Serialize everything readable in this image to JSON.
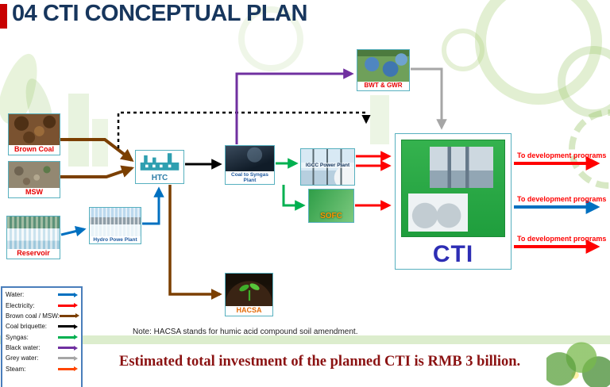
{
  "slide": {
    "title": "04 CTI CONCEPTUAL PLAN",
    "note": "Note: HACSA stands for humic acid compound soil amendment.",
    "investment_statement": "Estimated total investment of the planned CTI  is RMB 3 billion."
  },
  "nodes": {
    "brown_coal": {
      "label": "Brown Coal"
    },
    "msw": {
      "label": "MSW"
    },
    "reservoir": {
      "label": "Reservoir"
    },
    "htc": {
      "label": "HTC"
    },
    "coal_to_syngas": {
      "label": "Coal to Syngas Plant"
    },
    "igcc": {
      "label": "IGCC Power Plant"
    },
    "sofc": {
      "label": "SOFC"
    },
    "hydro": {
      "label": "Hydro Powe Plant"
    },
    "bwt_gwr": {
      "label": "BWT & GWR"
    },
    "hacsa": {
      "label": "HACSA"
    },
    "cti": {
      "label": "CTI"
    }
  },
  "outputs": {
    "label": "To development programs",
    "arrows": [
      {
        "color": "#ff0000"
      },
      {
        "color": "#0070c0"
      },
      {
        "color": "#ff0000"
      }
    ]
  },
  "legend": {
    "items": [
      {
        "label": "Water:",
        "color": "#0070C0"
      },
      {
        "label": "Electricity:",
        "color": "#FF0000"
      },
      {
        "label": "Brown coal / MSW:",
        "color": "#7B3F00"
      },
      {
        "label": "Coal briquette:",
        "color": "#000000"
      },
      {
        "label": "Syngas:",
        "color": "#00B050"
      },
      {
        "label": "Black water:",
        "color": "#7030A0"
      },
      {
        "label": "Grey water:",
        "color": "#A6A6A6"
      },
      {
        "label": "Steam:",
        "color": "#FF4500"
      }
    ]
  },
  "colors": {
    "title": "#17365D",
    "title_accent": "#C80000",
    "node_border": "#57B0BF",
    "cti_text": "#2D2DB4",
    "output_label": "#FF0000",
    "investment_text": "#8B1212"
  }
}
